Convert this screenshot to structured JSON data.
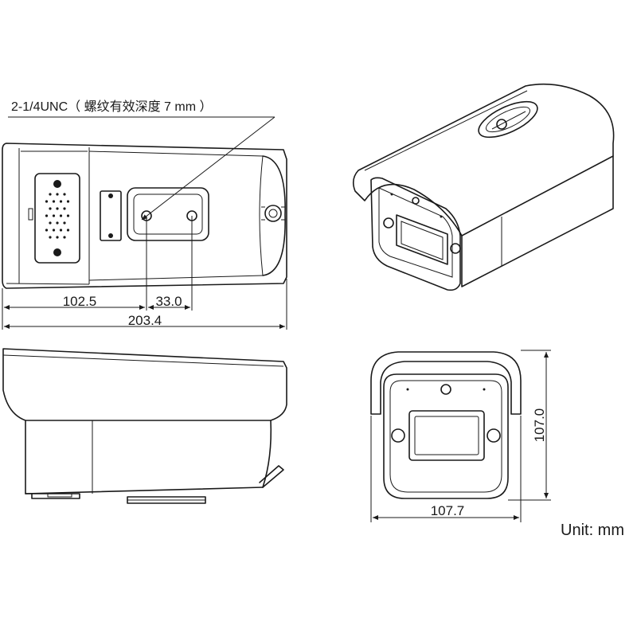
{
  "annotations": {
    "thread_note": "2-1/4UNC（ 螺纹有效深度 7 mm ）",
    "unit": "Unit: mm"
  },
  "dimensions": {
    "bottom_left_segment": "102.5",
    "bottom_hole_spacing": "33.0",
    "bottom_total_length": "203.4",
    "front_height": "107.0",
    "front_width": "107.7"
  },
  "views": [
    "bottom-view",
    "side-view",
    "isometric-view",
    "front-view"
  ]
}
